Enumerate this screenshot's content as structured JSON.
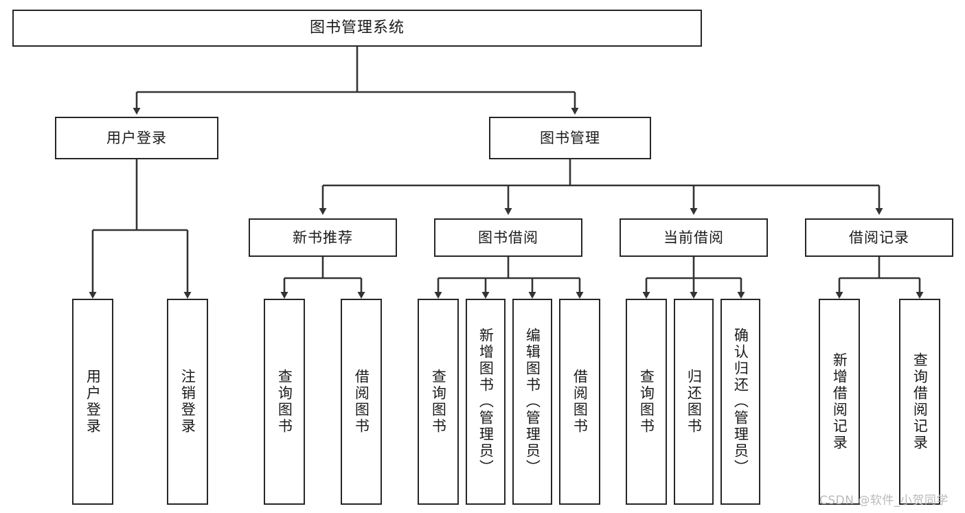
{
  "diagram": {
    "type": "hierarchy-tree",
    "title": "图书管理系统",
    "root": {
      "id": "root",
      "label": "图书管理系统"
    },
    "level2": [
      {
        "id": "user-login",
        "label": "用户登录"
      },
      {
        "id": "book-manage",
        "label": "图书管理"
      }
    ],
    "level3": [
      {
        "id": "new-book-recommend",
        "label": "新书推荐",
        "parent": "book-manage"
      },
      {
        "id": "book-borrow",
        "label": "图书借阅",
        "parent": "book-manage"
      },
      {
        "id": "current-borrow",
        "label": "当前借阅",
        "parent": "book-manage"
      },
      {
        "id": "borrow-record",
        "label": "借阅记录",
        "parent": "book-manage"
      }
    ],
    "leaves": {
      "user_login": [
        {
          "id": "leaf-user-login",
          "label": "用户登录"
        },
        {
          "id": "leaf-logout",
          "label": "注销登录"
        }
      ],
      "new_book_recommend": [
        {
          "id": "leaf-query-book-1",
          "label": "查询图书"
        },
        {
          "id": "leaf-borrow-book-1",
          "label": "借阅图书"
        }
      ],
      "book_borrow": [
        {
          "id": "leaf-query-book-2",
          "label": "查询图书"
        },
        {
          "id": "leaf-add-book",
          "label": "新增图书（管理员）"
        },
        {
          "id": "leaf-edit-book",
          "label": "编辑图书（管理员）"
        },
        {
          "id": "leaf-borrow-book-2",
          "label": "借阅图书"
        }
      ],
      "current_borrow": [
        {
          "id": "leaf-query-book-3",
          "label": "查询图书"
        },
        {
          "id": "leaf-return-book",
          "label": "归还图书"
        },
        {
          "id": "leaf-confirm-return",
          "label": "确认归还（管理员）"
        }
      ],
      "borrow_record": [
        {
          "id": "leaf-add-record",
          "label": "新增借阅记录"
        },
        {
          "id": "leaf-query-record",
          "label": "查询借阅记录"
        }
      ]
    }
  },
  "watermark": {
    "text": "CSDN @软件_小贺同学"
  },
  "colors": {
    "stroke": "#262626",
    "background": "#ffffff",
    "text": "#1a1a1a",
    "watermark": "#b9b9b9"
  }
}
